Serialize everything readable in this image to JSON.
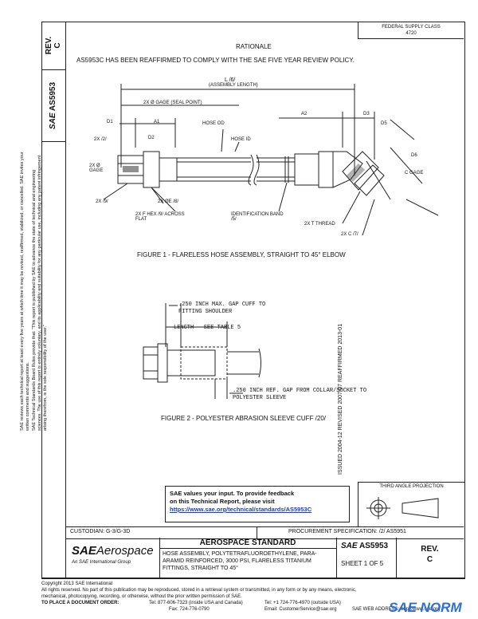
{
  "fed_class": {
    "line1": "FEDERAL SUPPLY CLASS",
    "line2": "4720"
  },
  "rev_label": "REV.",
  "rev_value": "C",
  "doc_number_side": "AS5953",
  "sae_mark": "SAE",
  "rationale": {
    "title": "RATIONALE",
    "text": "AS5953C HAS BEEN REAFFIRMED TO COMPLY WITH THE SAE FIVE YEAR REVIEW POLICY."
  },
  "figure1": {
    "caption": "FIGURE 1 - FLARELESS HOSE ASSEMBLY, STRAIGHT TO 45° ELBOW",
    "labels": {
      "length": "L /6/",
      "assembly_length": "(ASSEMBLY LENGTH)",
      "gage_seal": "2X Ø GAGE (SEAL POINT)",
      "d1": "D1",
      "a1": "A1",
      "hose_od": "HOSE OD",
      "hose_id": "HOSE ID",
      "a2": "A2",
      "d3": "D3",
      "d5": "D5",
      "d6": "D6",
      "t2": "2X /2/",
      "d2": "D2",
      "gage_2x": "2X Ø GAGE",
      "c_gage": "C GAGE",
      "hex": "2X F HEX /9/ ACROSS FLAT",
      "b": "2X ØE /8/",
      "id_band": "IDENTIFICATION BAND /5/",
      "thread": "2X T THREAD",
      "c7": "2X C /7/",
      "nine": "2X /9/"
    }
  },
  "figure2": {
    "caption": "FIGURE 2 - POLYESTER ABRASION SLEEVE CUFF /20/",
    "gap_top": ".250 INCH MAX. GAP CUFF TO FITTING SHOULDER",
    "length": "LENGTH - SEE TABLE 5",
    "gap_bottom": ".250 INCH REF. GAP FROM COLLAR/SOCKET TO POLYESTER SLEEVE"
  },
  "feedback": {
    "line1": "SAE values your input. To provide feedback",
    "line2": "on this Technical Report, please visit",
    "link": "https://www.sae.org/technical/standards/AS5953C"
  },
  "projection": {
    "label": "THIRD ANGLE PROJECTION"
  },
  "right_vertical": "ISSUED 2004-12   REVISED 2007-07   REAFFIRMED 2013-01",
  "custodian": "CUSTODIAN: G-3/G-3D",
  "procurement": "PROCUREMENT SPECIFICATION: /2/ AS5951",
  "standard_title": "AEROSPACE STANDARD",
  "description": "HOSE ASSEMBLY, POLYTETRAFLUOROETHYLENE, PARA-ARAMID REINFORCED, 3000 PSI, FLARELESS TITANIUM FITTINGS, STRAIGHT TO 45°",
  "sae_logo_main": "SAE",
  "sae_logo_sub": "Aerospace",
  "sae_logo_tag": "An SAE International Group",
  "doc_number": "AS5953",
  "sheet": "SHEET 1 OF 5",
  "rev_bottom_label": "REV.",
  "rev_bottom_value": "C",
  "left_note1": "SAE Technical Standards Board Rules provide that: \"This report is published by SAE to advance the state of technical and engineering sciences. The use of this report is entirely voluntary, and its applicability and suitability for any particular use, including any patent infringement arising therefrom, is the sole responsibility of the user.\"",
  "left_note2": "SAE reviews each technical report at least every five years at which time it may be revised, reaffirmed, stabilized, or cancelled. SAE invites your written comments and suggestions.",
  "footer": {
    "copyright": "Copyright 2013 SAE International",
    "rights": "All rights reserved. No part of this publication may be reproduced, stored in a retrieval system or transmitted, in any form or by any means, electronic, mechanical, photocopying, recording, or otherwise, without the prior written permission of SAE.",
    "order_label": "TO PLACE A DOCUMENT ORDER:",
    "tel": "Tel: 877-606-7323 (inside USA and Canada)",
    "tel2": "Tel: +1 724-776-4970 (outside USA)",
    "fax": "Fax: 724-776-0790",
    "email": "Email: CustomerService@sae.org",
    "web": "SAE WEB ADDRESS: http://www.sae.org"
  },
  "watermark": "SAE NORM",
  "watermark_color": "#2a6fd6"
}
